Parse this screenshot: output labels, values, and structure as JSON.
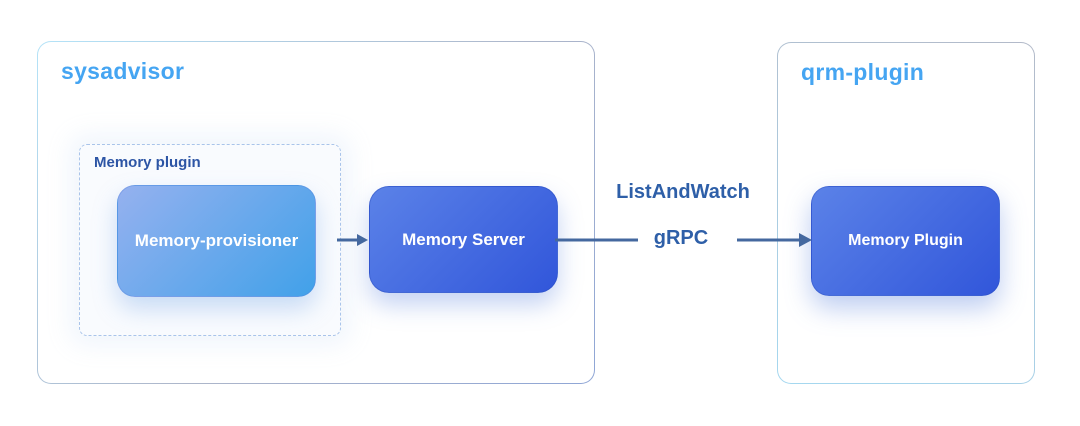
{
  "diagram": {
    "sysadvisor": {
      "title": "sysadvisor",
      "group_label": "Memory plugin"
    },
    "qrm": {
      "title": "qrm-plugin"
    },
    "nodes": {
      "provisioner": {
        "label": "Memory-provisioner"
      },
      "server": {
        "label": "Memory Server"
      },
      "plugin": {
        "label": "Memory Plugin"
      }
    },
    "connection": {
      "method": "ListAndWatch",
      "protocol": "gRPC"
    },
    "colors": {
      "accent_title": "#45a5f2",
      "label_text": "#2e5fa8",
      "label_text_dark": "#2d55a5",
      "provisioner_gradient_start": "#95b1ef",
      "provisioner_gradient_end": "#41a1e9",
      "node_gradient_start": "#5b82e8",
      "node_gradient_end": "#3156da",
      "arrow": "#44689f"
    }
  }
}
